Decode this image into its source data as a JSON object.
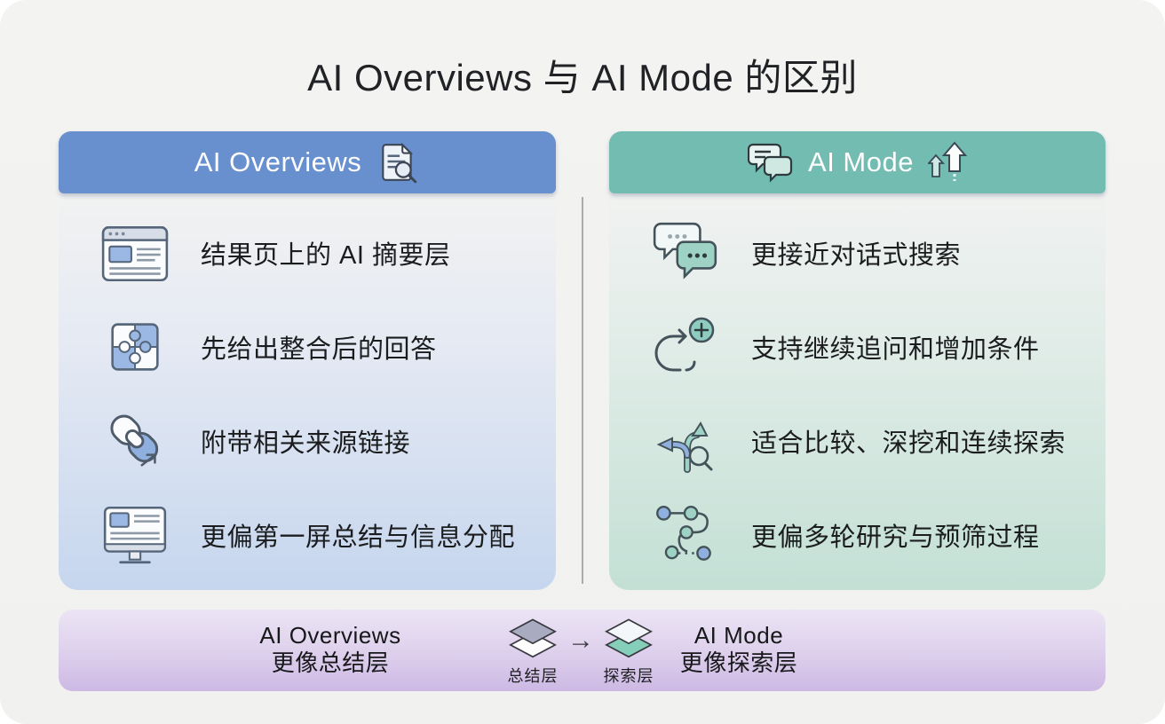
{
  "page": {
    "title": "AI Overviews 与 AI Mode 的区别"
  },
  "columns": {
    "left": {
      "header": "AI Overviews",
      "header_icon": "document-search-icon",
      "accent_color": "#6890ce",
      "body_tint": "#c6d6ee",
      "items": [
        {
          "icon": "browser-window-icon",
          "text": "结果页上的 AI 摘要层"
        },
        {
          "icon": "puzzle-icon",
          "text": "先给出整合后的回答"
        },
        {
          "icon": "link-icon",
          "text": "附带相关来源链接"
        },
        {
          "icon": "monitor-icon",
          "text": "更偏第一屏总结与信息分配"
        }
      ]
    },
    "right": {
      "header": "AI Mode",
      "header_icon": "chat-bubbles-icon",
      "trailing_icon": "up-arrows-icon",
      "accent_color": "#72bcb2",
      "body_tint": "#c3e0d5",
      "items": [
        {
          "icon": "chat-dots-icon",
          "text": "更接近对话式搜索"
        },
        {
          "icon": "loop-plus-icon",
          "text": "支持继续追问和增加条件"
        },
        {
          "icon": "branch-search-icon",
          "text": "适合比较、深挖和连续探索"
        },
        {
          "icon": "flow-nodes-icon",
          "text": "更偏多轮研究与预筛过程"
        }
      ]
    }
  },
  "footer": {
    "left_line1": "AI Overviews",
    "left_line2": "更像总结层",
    "summary_layer_label": "总结层",
    "arrow_glyph": "→",
    "explore_layer_label": "探索层",
    "right_line1": "AI Mode",
    "right_line2": "更像探索层",
    "bar_tint": "#cdb9e4"
  }
}
